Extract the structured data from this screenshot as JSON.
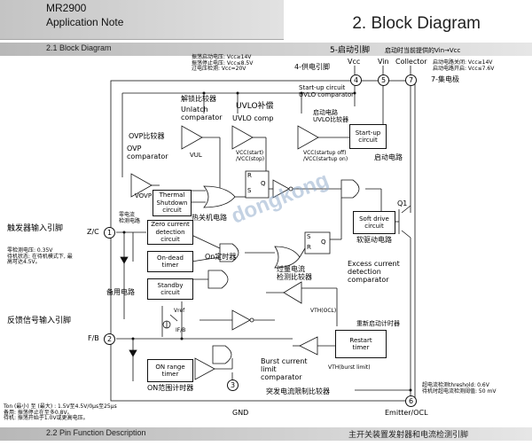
{
  "header": {
    "doc_title": "MR2900",
    "doc_subtitle": "Application Note",
    "page_title": "2. Block Diagram",
    "section_bar": "2.1 Block Diagram",
    "footer_bar": "2.2 Pin Function Description",
    "footer_note": "主开关装置发射器和电流检测引脚"
  },
  "pins": {
    "p1": "1",
    "p2": "2",
    "p3": "3",
    "p4": "4",
    "p5": "5",
    "p6": "6",
    "p7": "7",
    "vcc": "Vcc",
    "vin": "Vin",
    "collector": "Collector",
    "zc": "Z/C",
    "fb": "F/B",
    "gnd": "GND",
    "emitter": "Emitter/OCL",
    "q1": "Q1"
  },
  "blocks": {
    "thermal": "Thermal\nShutdown\ncircuit",
    "zero": "Zero current\ndetection\ncircuit",
    "ondead": "On-dead\ntimer",
    "standby": "Standby\ncircuit",
    "onrange": "ON range\ntimer",
    "startup": "Start-up\ncircuit",
    "softdrive": "Soft drive\ncircuit",
    "restart": "Restart\ntimer"
  },
  "labels": {
    "unlatch_cn": "解锁比较器",
    "unlatch_en": "Unlatch\ncomparator",
    "vul": "VUL",
    "uvlo_cn": "UVLO补偿",
    "uvlo_en": "UVLO comp",
    "vcc_start_stop": "VCC(start)\n/VCC(stop)",
    "startup_uvlo": "Start-up circuit\nUVLO comparator",
    "startup_uvlo_cn": "启动电路\nUVLO比较器",
    "vcc_startup": "VCC(startup off)\n/VCC(startup on)",
    "startup_cn": "启动电路",
    "ovp_cn": "OVP比较器",
    "ovp_en": "OVP\ncomparator",
    "vovp": "VOVP",
    "thermal_cn": "热关机电路",
    "softdrive_cn": "软驱动电路",
    "ondead_cn": "On定时器",
    "standby_cn": "备用电路",
    "onrange_cn": "ON范围计时器",
    "excess_en": "Excess current\ndetection\ncomparator",
    "excess_cn": "过量电流\n检测比较器",
    "vth_ocl": "VTH(OCL)",
    "restart_cn": "重新启动计时器",
    "burst_en": "Burst current\nlimit\ncomparator",
    "burst_cn": "突发电流限制比较器",
    "vth_burst": "VTH(burst limit)",
    "vref": "Vref",
    "iffb": "IF/B",
    "zero_detect_cn": "零电流\n检测电路",
    "s": "S",
    "r": "R",
    "q": "Q"
  },
  "annotations": {
    "top_vcc": "振荡启动电压: Vcc≥14V\n振荡停止电压: Vcc≤8.5V\n过电压检测: Vcc=20V",
    "pin5_cn": "5-启动引脚",
    "pin5_desc": "启动时当前提供的Vin→Vcc",
    "pin4_cn": "4-供电引脚",
    "right_vcc": "启动电路关闭: Vcc≥14V\n启动电路开启: Vcc≤7.6V",
    "pin7_cn": "7-集电极",
    "trigger_cn": "触发器输入引脚",
    "zero_detect_v": "零检测电压: 0.35V\n待机状态: 在待机模式下, 最\n高可达4.5V。",
    "feedback_cn": "反馈信号输入引脚",
    "ocl_threshold": "超电流检测threshold: 0.6V\n待机时超电流检测阈值: 50 mV",
    "ton_note": "Ton (最小) 至 (最大) : 1.5V至4.5V/0μs至25μs\n备用: 振荡停止在至多0.8V。\n待机: 振荡开始于1.0V或更高电压。"
  },
  "watermark": "dongkong"
}
